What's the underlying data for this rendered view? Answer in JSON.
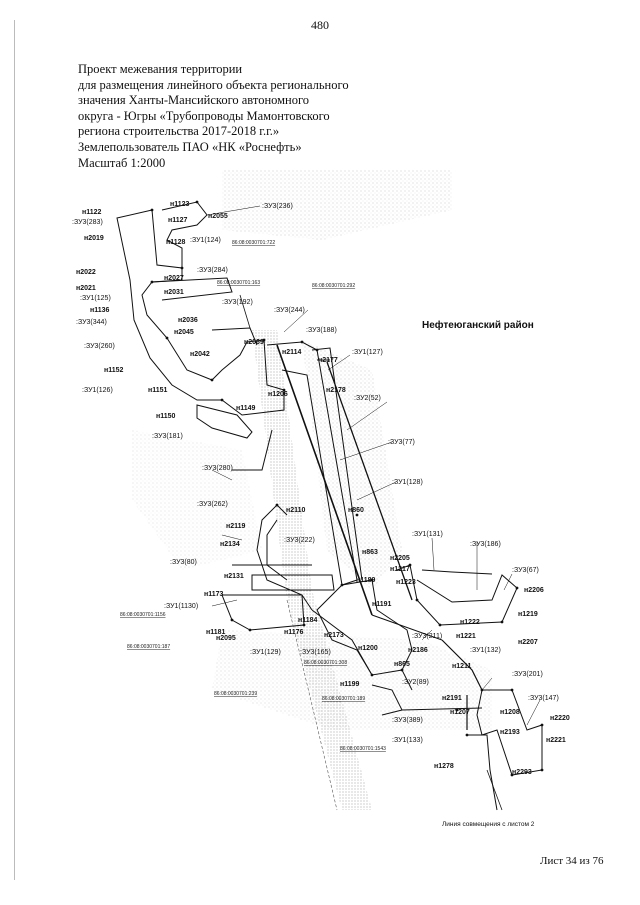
{
  "page": {
    "number": "480",
    "sheet": "Лист 34 из 76"
  },
  "title": {
    "lines": [
      "Проект межевания территории",
      "для размещения линейного объекта регионального",
      "значения Ханты-Мансийского автономного",
      "округа - Югры «Трубопроводы Мамонтовского",
      "региона строительства 2017-2018 г.г.»",
      "Землепользователь ПАО «НК «Роснефть»",
      "Масштаб 1:2000"
    ]
  },
  "map": {
    "district": "Нефтеюганский район",
    "match_line": "Линия совмещения с листом 2",
    "cadastral": {
      "q722": "86:08:0030701:722",
      "q163": "86:08:0030701:163",
      "q292": "86:08:0030701:292",
      "q1156": "86:08:0030701:1156",
      "q187": "86:08:0030701:187",
      "q308": "86:08:0030701:308",
      "q239": "86:08:0030701:239",
      "q189": "86:08:0030701:189",
      "q1543": "86:08:0030701:1543"
    },
    "parcels": {
      "zu3_236": ":ЗУ3(236)",
      "zu3_283": ":ЗУ3(283)",
      "zu1_124": ":ЗУ1(124)",
      "zu3_284": ":ЗУ3(284)",
      "zu1_125": ":ЗУ1(125)",
      "zu3_344": ":ЗУ3(344)",
      "zu3_192": ":ЗУ3(192)",
      "zu3_244": ":ЗУ3(244)",
      "zu3_188": ":ЗУ3(188)",
      "zu3_260": ":ЗУ3(260)",
      "zu1_127": ":ЗУ1(127)",
      "zu1_126": ":ЗУ1(126)",
      "zu2_52": ":ЗУ2(52)",
      "zu3_181": ":ЗУ3(181)",
      "zu3_77": ":ЗУ3(77)",
      "zu3_280": ":ЗУ3(280)",
      "zu1_128": ":ЗУ1(128)",
      "zu3_262": ":ЗУ3(262)",
      "zu1_131": ":ЗУ1(131)",
      "zu3_186": ":ЗУ3(186)",
      "zu3_222": ":ЗУ3(222)",
      "zu3_80": ":ЗУ3(80)",
      "zu3_67": ":ЗУ3(67)",
      "zu1_1130": ":ЗУ1(1130)",
      "zu3_211": ":ЗУ3(211)",
      "zu1_129": ":ЗУ1(129)",
      "zu3_165": ":ЗУ3(165)",
      "zu1_132": ":ЗУ1(132)",
      "zu3_201": ":ЗУ3(201)",
      "zu2_89": ":ЗУ2(89)",
      "zu3_147": ":ЗУ3(147)",
      "zu3_389": ":ЗУ3(389)",
      "zu1_133": ":ЗУ1(133)"
    },
    "points": {
      "n1122": "н1122",
      "n1123": "н1123",
      "n1127": "н1127",
      "n2055": "н2055",
      "n2019": "н2019",
      "n1128": "н1128",
      "n2022": "н2022",
      "n2027": "н2027",
      "n2021": "н2021",
      "n2031": "н2031",
      "n1136": "н1136",
      "n2036": "н2036",
      "n2045": "н2045",
      "n2069": "н2069",
      "n2114": "н2114",
      "n2042": "н2042",
      "n2177": "н2177",
      "n1152": "н1152",
      "n1151": "н1151",
      "n2178": "н2178",
      "n1206": "н1206",
      "n1149": "н1149",
      "n1150": "н1150",
      "n860": "н860",
      "n2110": "н2110",
      "n2119": "н2119",
      "n2134": "н2134",
      "n863": "н863",
      "n2205": "н2205",
      "n1217": "н1217",
      "n1223": "н1223",
      "n2131": "н2131",
      "n1189": "н1189",
      "n2206": "н2206",
      "n1173": "н1173",
      "n1191": "н1191",
      "n1219": "н1219",
      "n1222": "н1222",
      "n1181": "н1181",
      "n2095": "н2095",
      "n1176": "н1176",
      "n1184": "н1184",
      "n2173": "н2173",
      "n1221": "н1221",
      "n2207": "н2207",
      "n1200": "н1200",
      "n2186": "н2186",
      "n865": "н865",
      "n1211": "н1211",
      "n1199": "н1199",
      "n2191": "н2191",
      "n1207": "н1207",
      "n1208": "н1208",
      "n2220": "н2220",
      "n2193": "н2193",
      "n2221": "н2221",
      "n1278": "н1278",
      "n2293": "н2293"
    },
    "colors": {
      "line": "#111111",
      "stipple": "#9a9a9a",
      "paper": "#ffffff"
    }
  }
}
